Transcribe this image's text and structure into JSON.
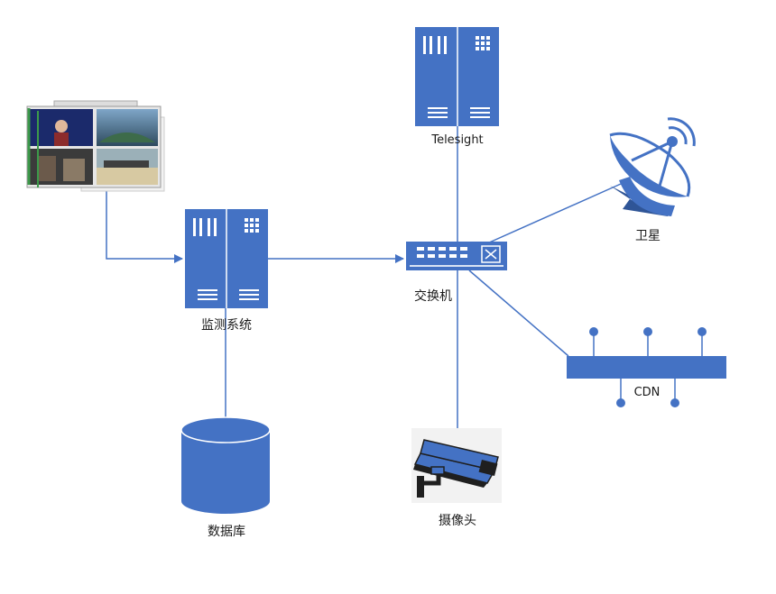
{
  "labels": {
    "telesight": "Telesight",
    "satellite": "卫星",
    "switch": "交换机",
    "monitor": "监测系统",
    "cdn": "CDN",
    "database": "数据库",
    "camera": "摄像头"
  },
  "colors": {
    "primary": "#4472c4",
    "line": "#4472c4",
    "white": "#ffffff",
    "satellite_dark": "#2f5597"
  },
  "icons": {
    "video_wall": "video-wall-icon",
    "monitor_server": "server-icon",
    "telesight_server": "server-icon",
    "switch": "network-switch-icon",
    "satellite": "satellite-dish-icon",
    "cdn": "cdn-bus-icon",
    "database": "database-cylinder-icon",
    "camera": "security-camera-icon"
  }
}
